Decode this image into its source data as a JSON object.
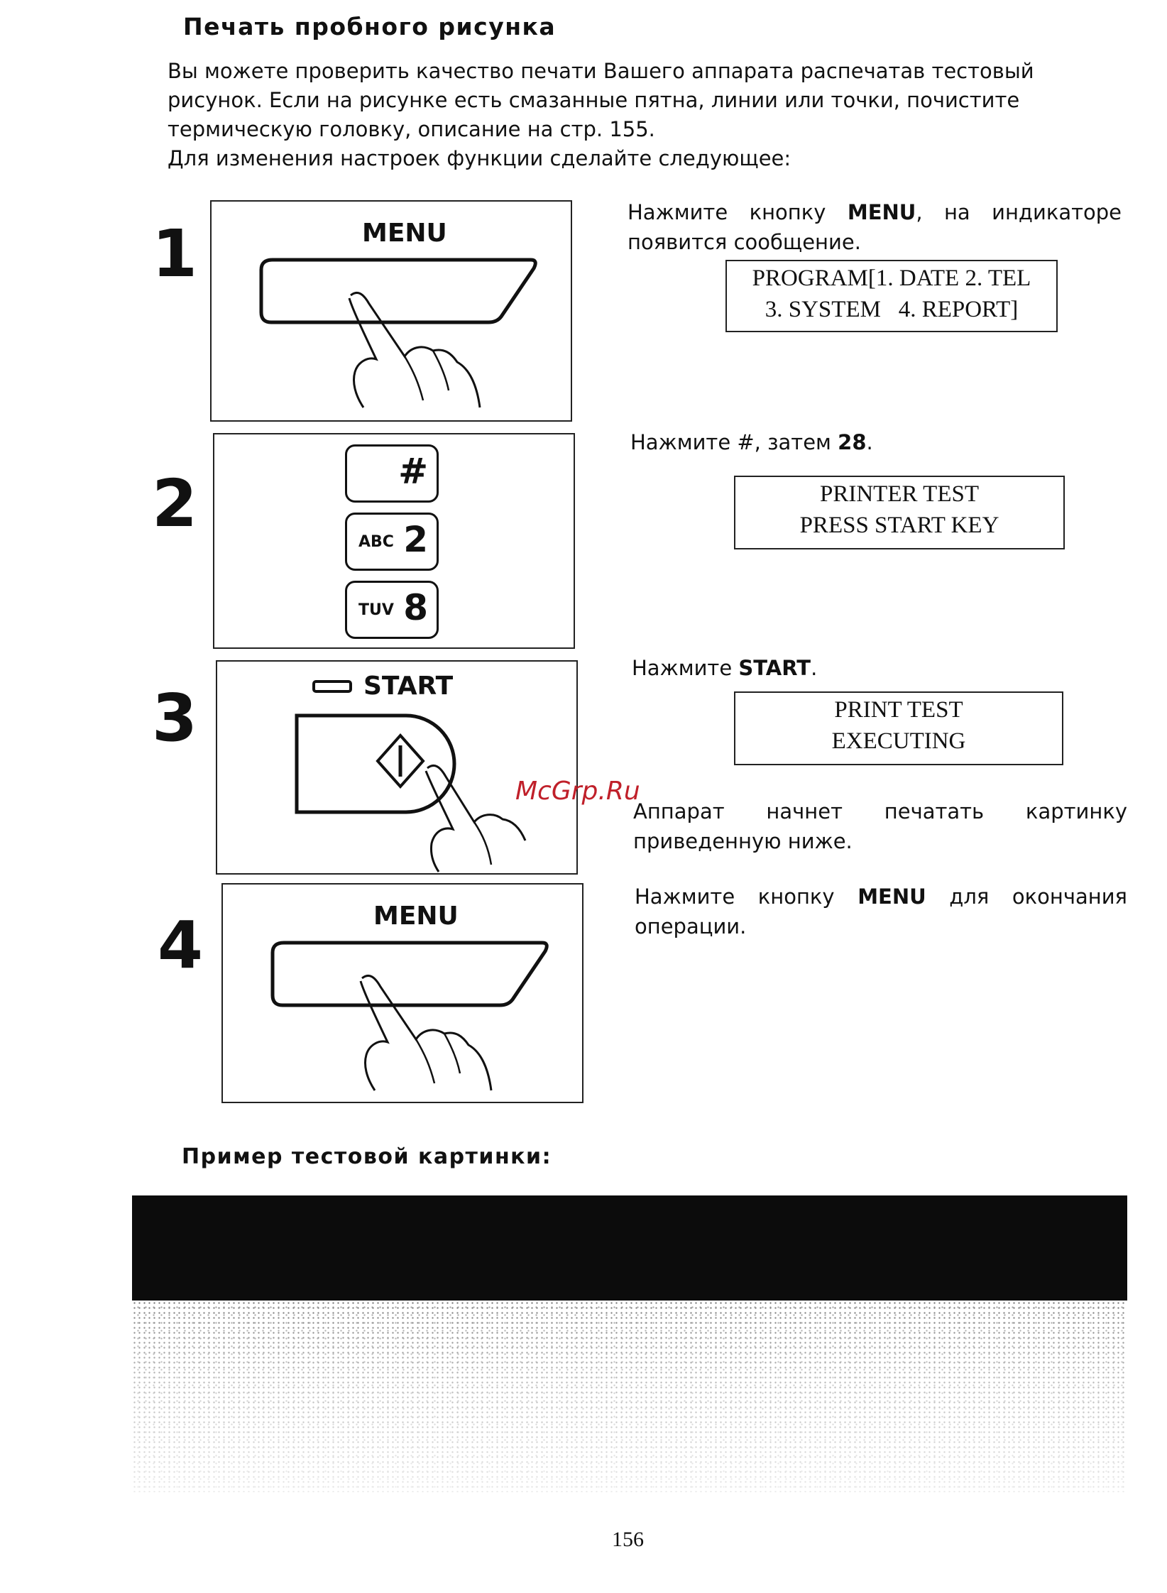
{
  "title": "Печать пробного рисунка",
  "intro": {
    "lines": [
      "Вы можете проверить качество печати Вашего аппарата распечатав тестовый",
      "рисунок. Если на рисунке есть смазанные пятна, линии или точки, почистите",
      "термическую головку, описание на стр. 155.",
      "Для изменения настроек функции сделайте следующее:"
    ]
  },
  "steps": [
    {
      "number": "1",
      "panel_label": "MENU",
      "instruction": {
        "pre": "Нажмите кнопку ",
        "bold": "MENU",
        "post": ", на индикаторе",
        "line2": "появится сообщение."
      },
      "display": [
        "PROGRAM[1. DATE 2. TEL",
        "3. SYSTEM   4. REPORT]"
      ]
    },
    {
      "number": "2",
      "keys": [
        {
          "small": "",
          "big": "#"
        },
        {
          "small": "ABC",
          "big": "2"
        },
        {
          "small": "TUV",
          "big": "8"
        }
      ],
      "instruction": {
        "pre": "Нажмите #, затем ",
        "bold": "28",
        "post": "."
      },
      "display": [
        "PRINTER TEST",
        "PRESS START KEY"
      ]
    },
    {
      "number": "3",
      "panel_label": "START",
      "instruction": {
        "pre": "Нажмите ",
        "bold": "START",
        "post": "."
      },
      "display": [
        "PRINT TEST",
        "EXECUTING"
      ],
      "note": {
        "line1": "Аппарат начнет печатать картинку",
        "line2": "приведенную ниже."
      }
    },
    {
      "number": "4",
      "panel_label": "MENU",
      "instruction": {
        "pre": "Нажмите кнопку ",
        "bold": "MENU",
        "post": " для окончания",
        "line2": "операции."
      }
    }
  ],
  "example_title": "Пример тестовой картинки:",
  "page_number": "156",
  "watermark": "McGrp.Ru",
  "colors": {
    "text": "#111111",
    "print_black": "#0c0c0c",
    "watermark": "#c0202a"
  }
}
